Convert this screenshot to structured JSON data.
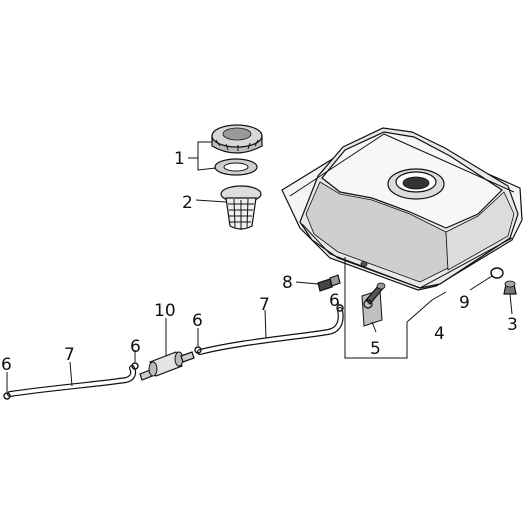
{
  "diagram": {
    "callouts": {
      "c1": "1",
      "c2": "2",
      "c3": "3",
      "c4": "4",
      "c5": "5",
      "c6a": "6",
      "c6b": "6",
      "c6c": "6",
      "c6d": "6",
      "c7a": "7",
      "c7b": "7",
      "c8": "8",
      "c9": "9",
      "c10": "10"
    }
  }
}
